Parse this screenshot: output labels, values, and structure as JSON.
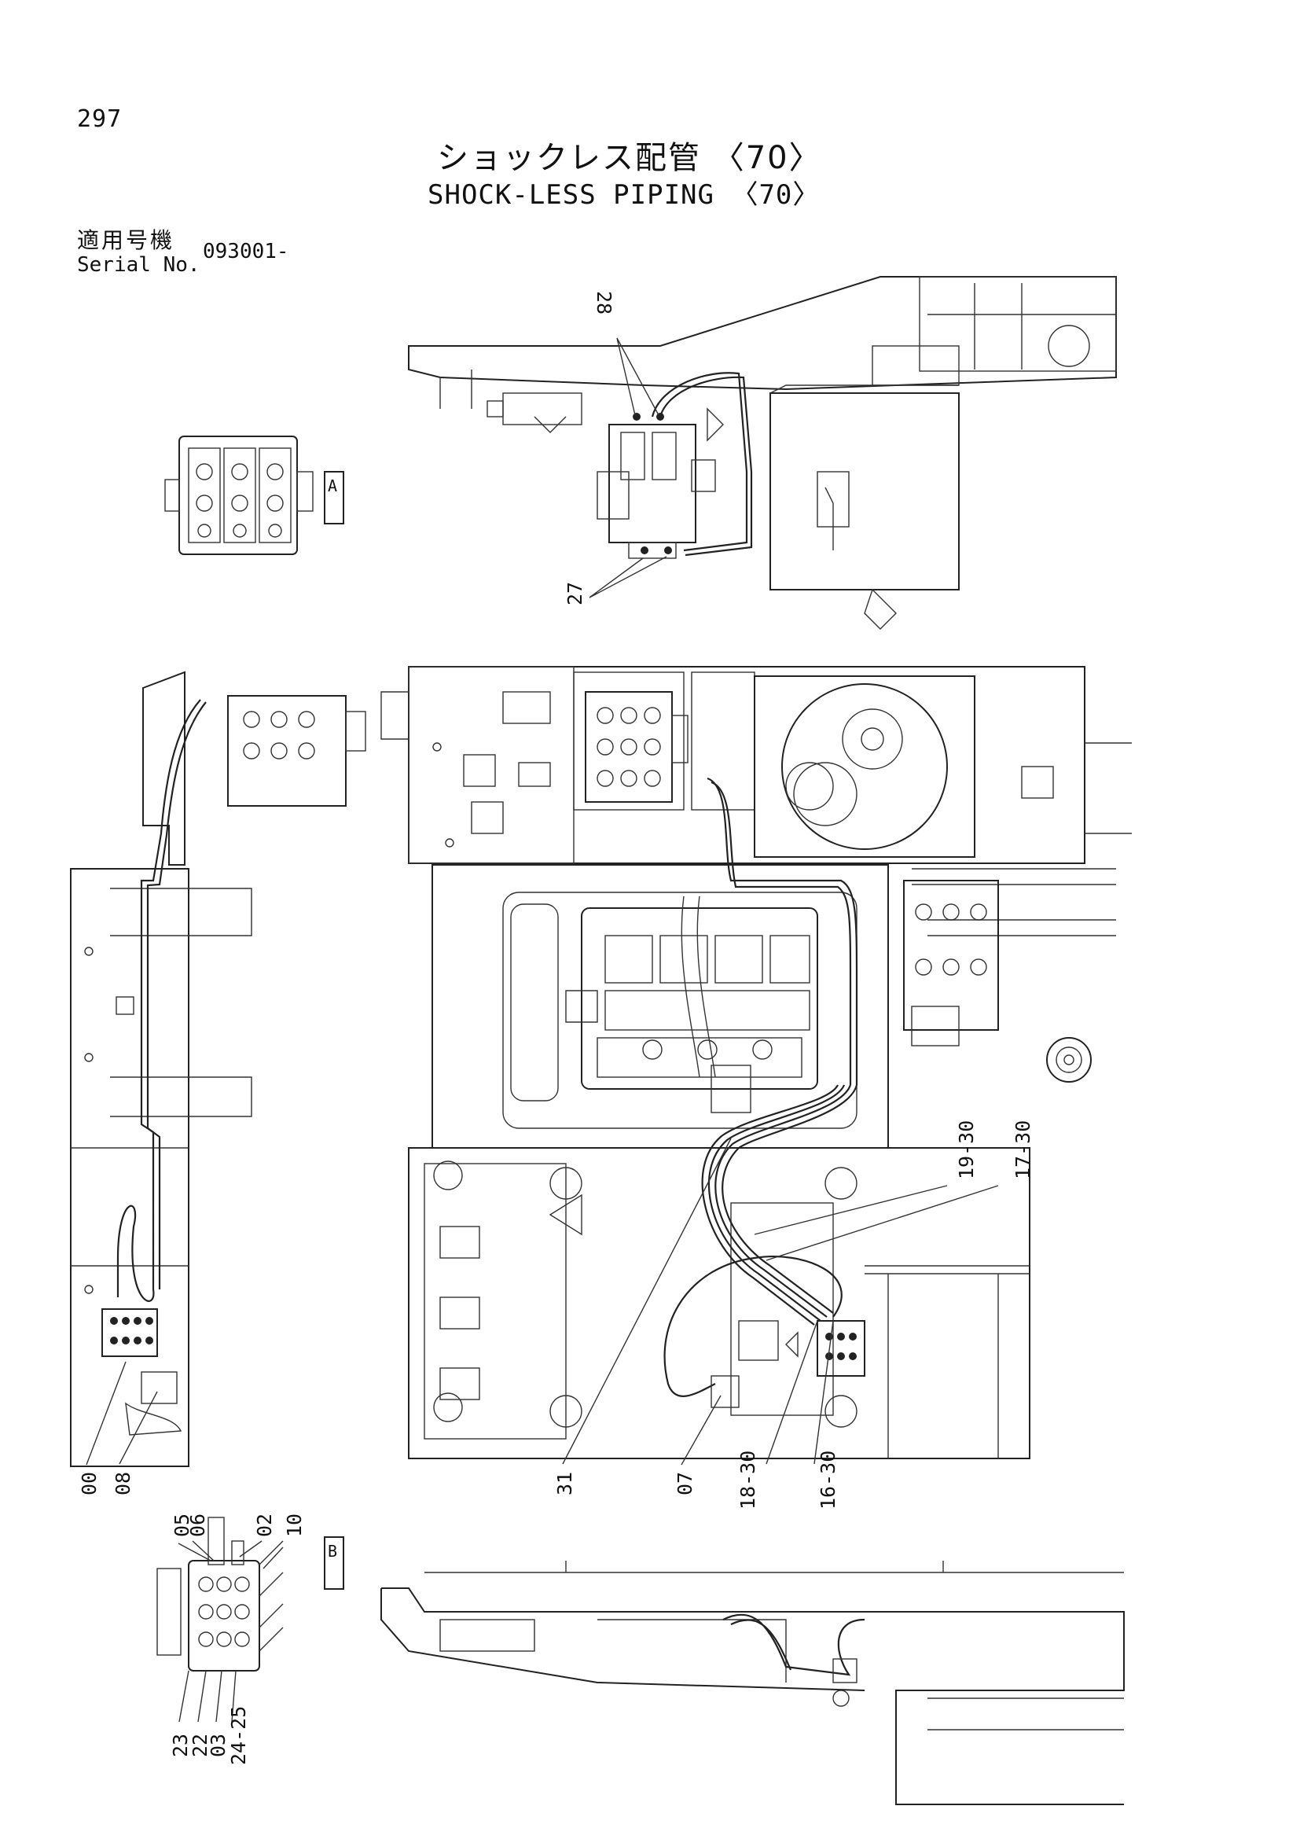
{
  "page_number": "297",
  "title": {
    "japanese": "ショックレス配管 〈70〉",
    "english": "SHOCK-LESS PIPING 〈70〉"
  },
  "serial": {
    "label_japanese": "適用号機",
    "label_english": "Serial No.",
    "value": "093001-"
  },
  "views": {
    "view_a_tag": "A",
    "view_b_tag": "B"
  },
  "callouts": {
    "c28": "28",
    "c27": "27",
    "c19_30": "19-30",
    "c17_30": "17-30",
    "c00": "00",
    "c08": "08",
    "c31": "31",
    "c07": "07",
    "c18_30": "18-30",
    "c16_30": "16-30",
    "c05": "05",
    "c06": "06",
    "c02": "02",
    "c10": "10",
    "c23": "23",
    "c22": "22",
    "c03": "03",
    "c24_25": "24-25"
  }
}
